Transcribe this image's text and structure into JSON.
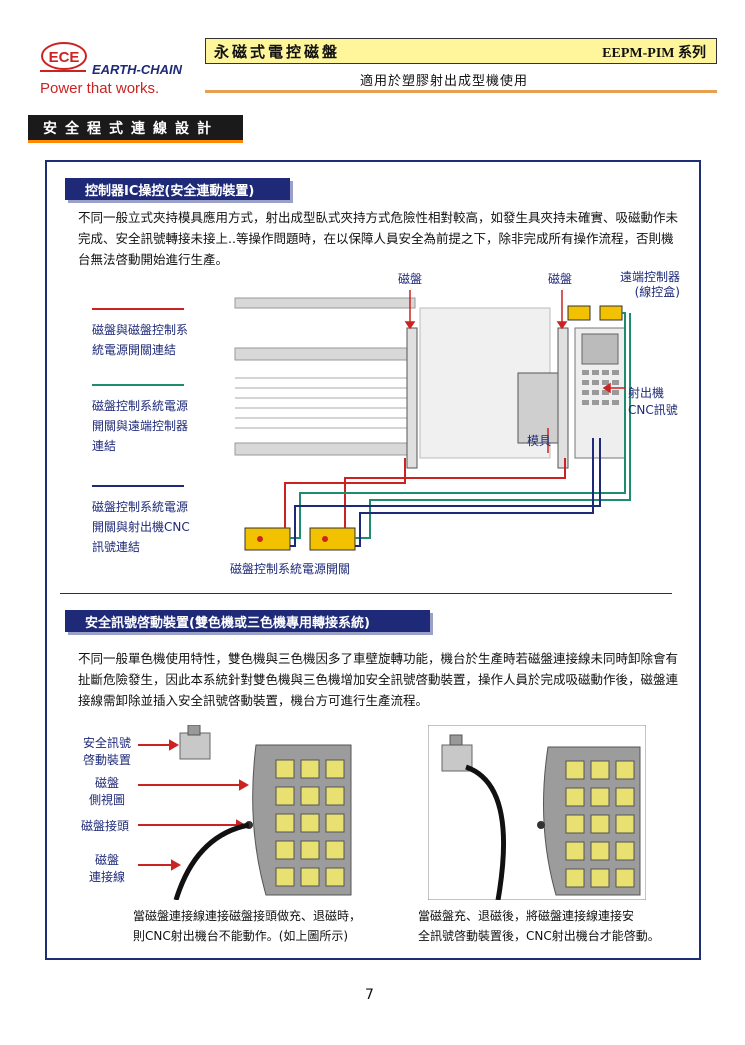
{
  "brand": {
    "logo_letters": "ECE",
    "name": "EARTH-CHAIN",
    "tagline": "Power that works."
  },
  "header": {
    "title": "永磁式電控磁盤",
    "series": "EEPM-PIM 系列",
    "subtitle": "適用於塑膠射出成型機使用"
  },
  "section_title": "安全程式連線設計",
  "section1": {
    "heading": "控制器IC操控(安全連動裝置)",
    "paragraph": "不同一般立式夾持模具應用方式，射出成型臥式夾持方式危險性相對較高，如發生具夾持未確實、吸磁動作未完成、安全訊號轉接未接上..等操作問題時，在以保障人員安全為前提之下，除非完成所有操作流程，否則機台無法啓動開始進行生產。",
    "side_labels": [
      {
        "line1": "磁盤與磁盤控制系",
        "line2": "統電源開關連結",
        "line3": "",
        "color": "#cc2222"
      },
      {
        "line1": "磁盤控制系統電源",
        "line2": "開關與遠端控制器",
        "line3": "連結",
        "color": "#1e8c6e"
      },
      {
        "line1": "磁盤控制系統電源",
        "line2": "開關與射出機CNC",
        "line3": "訊號連結",
        "color": "#1e2a78"
      }
    ],
    "diagram_labels": {
      "magnet_left": "磁盤",
      "magnet_right": "磁盤",
      "remote_controller_1": "遠端控制器",
      "remote_controller_2": "(線控盒)",
      "cnc_1": "射出機",
      "cnc_2": "CNC訊號",
      "mold": "模具",
      "power_switch": "磁盤控制系統電源開關"
    }
  },
  "section2": {
    "heading": "安全訊號啓動裝置(雙色機或三色機專用轉接系統)",
    "paragraph": "不同一般單色機使用特性，雙色機與三色機因多了車壁旋轉功能，機台於生產時若磁盤連接線未同時卸除會有扯斷危險發生，因此本系統針對雙色機與三色機增加安全訊號啓動裝置，操作人員於完成吸磁動作後，磁盤連接線需卸除並插入安全訊號啓動裝置，機台方可進行生產流程。",
    "labels": [
      {
        "line1": "安全訊號",
        "line2": "啓動裝置"
      },
      {
        "line1": "磁盤",
        "line2": "側視圖"
      },
      {
        "line1": "磁盤接頭",
        "line2": ""
      },
      {
        "line1": "磁盤",
        "line2": "連接線"
      }
    ],
    "caption_left": {
      "line1": "當磁盤連接線連接磁盤接頭做充、退磁時，",
      "line2": "則CNC射出機台不能動作。(如上圖所示)"
    },
    "caption_right": {
      "line1": "當磁盤充、退磁後，將磁盤連接線連接安",
      "line2": "全訊號啓動裝置後，CNC射出機台才能啓動。"
    }
  },
  "page_number": "7",
  "colors": {
    "navy": "#1e2a78",
    "red": "#cc2222",
    "green": "#1e8c6e",
    "yellow": "#fff59a",
    "orange": "#ff8800"
  }
}
